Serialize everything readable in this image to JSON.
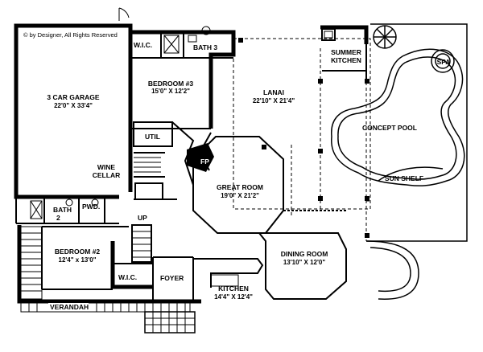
{
  "copyright": "© by Designer, All Rights Reserved",
  "rooms": {
    "garage": {
      "name": "3 CAR GARAGE",
      "size": "22'0\" X 33'4\""
    },
    "wine": {
      "line1": "WINE",
      "line2": "CELLAR"
    },
    "wic_top": {
      "name": "W.I.C."
    },
    "bath3": {
      "name": "BATH 3"
    },
    "bedroom3": {
      "name": "BEDROOM #3",
      "size": "15'0\" X 12'2\""
    },
    "util": {
      "name": "UTIL"
    },
    "fp": {
      "name": "FP"
    },
    "lanai": {
      "name": "LANAI",
      "size": "22'10\" X 21'4\""
    },
    "summer": {
      "line1": "SUMMER",
      "line2": "KITCHEN"
    },
    "spa": {
      "name": "SPA"
    },
    "pool": {
      "name": "CONCEPT POOL"
    },
    "sunshelf": {
      "name": "SUN SHELF"
    },
    "great": {
      "name": "GREAT ROOM",
      "size": "19'0\" X 21'2\""
    },
    "bath2": {
      "name": "BATH",
      "num": "2"
    },
    "pwd": {
      "name": "PWD."
    },
    "up": {
      "name": "UP"
    },
    "bedroom2": {
      "name": "BEDROOM #2",
      "size": "12'4\" x 13'0\""
    },
    "wic_low": {
      "name": "W.I.C."
    },
    "foyer": {
      "name": "FOYER"
    },
    "dining": {
      "name": "DINING ROOM",
      "size": "13'10\" X 12'0\""
    },
    "kitchen": {
      "name": "KITCHEN",
      "size": "14'4\" X 12'4\""
    },
    "veranda": {
      "name": "VERANDAH"
    }
  }
}
